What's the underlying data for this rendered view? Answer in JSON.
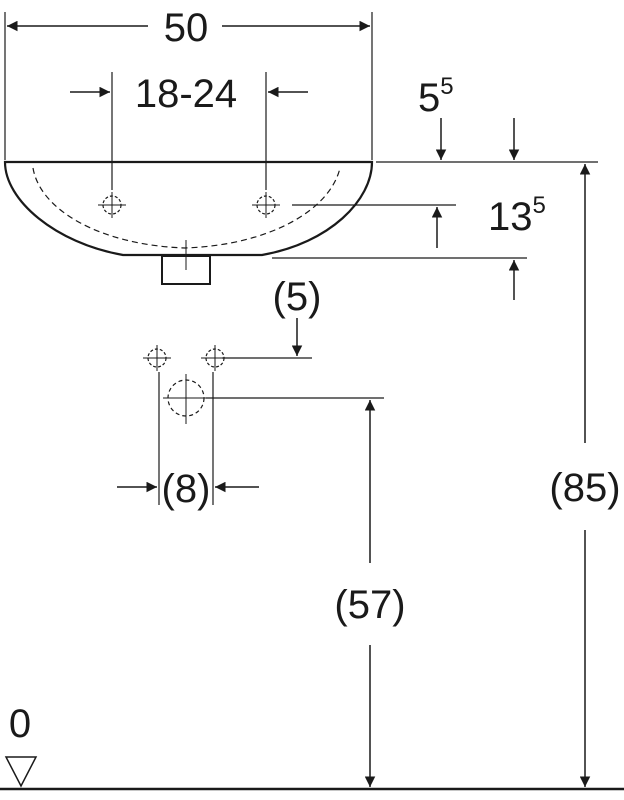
{
  "dimensions": {
    "width": "50",
    "tap_spacing": "18-24",
    "rim_to_tap_main": "5",
    "rim_to_tap_sup": "5",
    "basin_depth_main": "13",
    "basin_depth_sup": "5",
    "supply_offset": "(5)",
    "supply_spacing": "(8)",
    "drain_height": "(57)",
    "rim_height": "(85)",
    "floor_level": "0"
  },
  "colors": {
    "line": "#1a1a1a",
    "background": "#ffffff"
  }
}
